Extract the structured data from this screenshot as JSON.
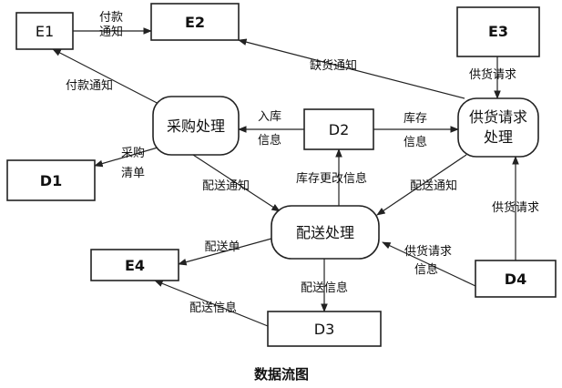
{
  "diagram": {
    "caption": "数据流图",
    "nodes": {
      "e1": "E1",
      "e2": "E2",
      "e3": "E3",
      "e4": "E4",
      "d1": "D1",
      "d2": "D2",
      "d3": "D3",
      "d4": "D4",
      "purchase": "采购处理",
      "supply_line1": "供货请求",
      "supply_line2": "处理",
      "delivery": "配送处理"
    },
    "flows": {
      "pay_notice_short_1": "付款",
      "pay_notice_short_2": "通知",
      "pay_notice": "付款通知",
      "shortage_notice": "缺货通知",
      "supply_request_e3": "供货请求",
      "inbound_1": "入库",
      "inbound_2": "信息",
      "stock_1": "库存",
      "stock_2": "信息",
      "purchase_list_1": "采购",
      "purchase_list_2": "清单",
      "delivery_notice_left": "配送通知",
      "stock_change": "库存更改信息",
      "delivery_notice_right": "配送通知",
      "supply_request_d4": "供货请求",
      "delivery_slip": "配送单",
      "supply_info_1": "供货请求",
      "supply_info_2": "信息",
      "delivery_info_down": "配送信息",
      "delivery_info_left": "配送信息"
    }
  }
}
